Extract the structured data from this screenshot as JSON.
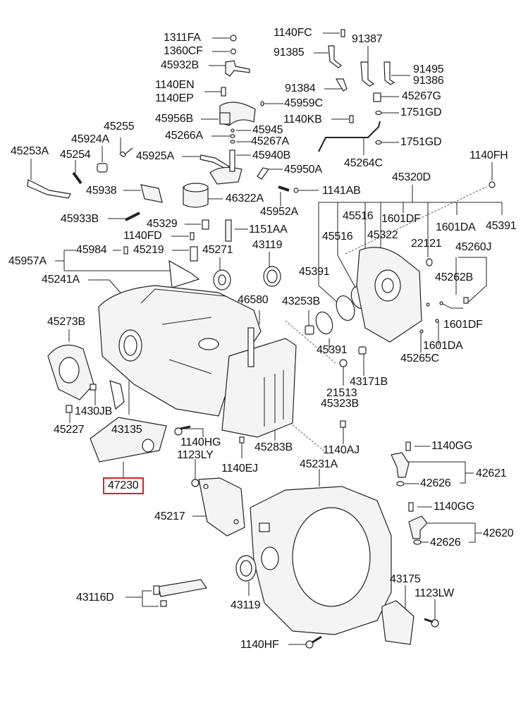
{
  "diagram": {
    "title": "Automatic Transaxle Case",
    "highlight_color": "#e02020",
    "selected_part": "47230",
    "labels": {
      "p1311FA": "1311FA",
      "p1360CF": "1360CF",
      "p45932B": "45932B",
      "p1140EN": "1140EN",
      "p1140EP": "1140EP",
      "p45956B": "45956B",
      "p45266A": "45266A",
      "p45945": "45945",
      "p45267A": "45267A",
      "p45255": "45255",
      "p45924A": "45924A",
      "p45253A": "45253A",
      "p45254": "45254",
      "p45925A": "45925A",
      "p45940B": "45940B",
      "p45950A": "45950A",
      "p45938": "45938",
      "p46322A": "46322A",
      "p45952A": "45952A",
      "p1141AB": "1141AB",
      "p45933B": "45933B",
      "p45329": "45329",
      "p1151AA": "1151AA",
      "p1140FD": "1140FD",
      "p43119a": "43119",
      "p45957A": "45957A",
      "p45984": "45984",
      "p45219": "45219",
      "p45271": "45271",
      "p45241A": "45241A",
      "p1140FC": "1140FC",
      "p91387": "91387",
      "p91385": "91385",
      "p91495": "91495",
      "p91386": "91386",
      "p91384": "91384",
      "p45267G": "45267G",
      "p45959C": "45959C",
      "p1751GDa": "1751GD",
      "p1140KB": "1140KB",
      "p1751GDb": "1751GD",
      "p45264C": "45264C",
      "p1140FH": "1140FH",
      "p45320D": "45320D",
      "p45516a": "45516",
      "p1601DFa": "1601DF",
      "p45516b": "45516",
      "p45322": "45322",
      "p1601DAa": "1601DA",
      "p45391a": "45391",
      "p22121": "22121",
      "p45260J": "45260J",
      "p45391b": "45391",
      "p45262B": "45262B",
      "p43253B": "43253B",
      "p46580": "46580",
      "p45391c": "45391",
      "p1601DFb": "1601DF",
      "p1601DAb": "1601DA",
      "p45265C": "45265C",
      "p43171B": "43171B",
      "p21513": "21513",
      "p45323B": "45323B",
      "p45273B": "45273B",
      "p1430JB": "1430JB",
      "p45227": "45227",
      "p43135": "43135",
      "p47230": "47230",
      "p1140HG": "1140HG",
      "p1123LY": "1123LY",
      "p45283B": "45283B",
      "p1140EJ": "1140EJ",
      "p1140AJ": "1140AJ",
      "p45231A": "45231A",
      "p1140GGa": "1140GG",
      "p42621": "42621",
      "p42626a": "42626",
      "p1140GGb": "1140GG",
      "p42620": "42620",
      "p42626b": "42626",
      "p45217": "45217",
      "p43116D": "43116D",
      "p43119b": "43119",
      "p43175": "43175",
      "p1123LW": "1123LW",
      "p1140HF": "1140HF"
    }
  }
}
